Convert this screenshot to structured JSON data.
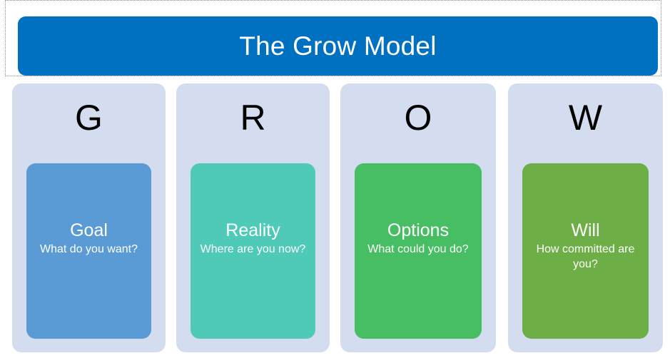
{
  "slide": {
    "background_color": "#FFFFFF",
    "title": {
      "text": "The Grow Model",
      "background_color": "#0070C0",
      "text_color": "#FFFFFF"
    },
    "card_background_color": "#D3DDEF",
    "letter_color": "#000000",
    "cards": [
      {
        "letter": "G",
        "title": "Goal",
        "subtitle": "What do you want?",
        "color": "#5B9BD5"
      },
      {
        "letter": "R",
        "title": "Reality",
        "subtitle": "Where are you now?",
        "color": "#4FC9B8"
      },
      {
        "letter": "O",
        "title": "Options",
        "subtitle": "What could you do?",
        "color": "#47BE63"
      },
      {
        "letter": "W",
        "title": "Will",
        "subtitle": "How committed are you?",
        "color": "#6EAE46"
      }
    ]
  }
}
